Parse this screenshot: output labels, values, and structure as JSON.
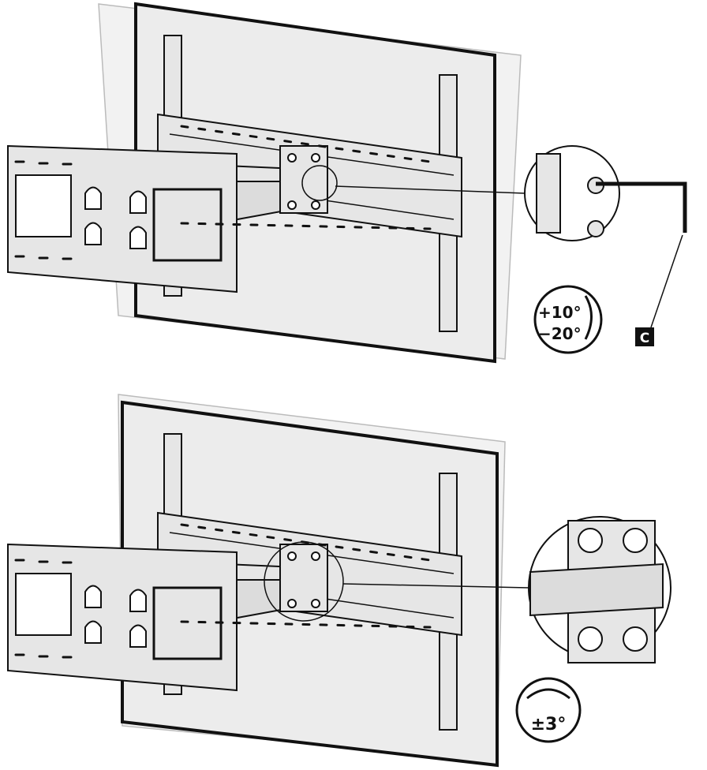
{
  "figures": [
    {
      "name": "tilt-adjustment",
      "angle_badge": {
        "line1": "+10°",
        "line2": "−20°"
      },
      "tool_label": "C"
    },
    {
      "name": "level-adjustment",
      "angle_badge": {
        "line1": "±3°"
      }
    }
  ],
  "colors": {
    "line": "#111111",
    "fill": "#e6e6e6",
    "wall": "#f2f2f2"
  }
}
